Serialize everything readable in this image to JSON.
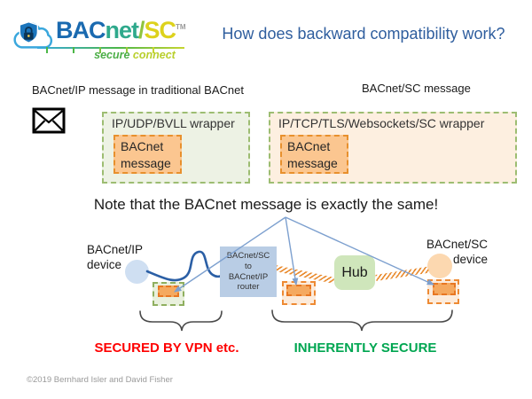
{
  "logo": {
    "brand_bac": "BAC",
    "brand_net": "net",
    "brand_slash": "/",
    "brand_sc": "SC",
    "trademark": "TM",
    "tagline_secure": "secure",
    "tagline_connect": "connect"
  },
  "header": {
    "title": "How does backward compatibility work?"
  },
  "comparison": {
    "left_label": "BACnet/IP message in traditional BACnet",
    "right_label": "BACnet/SC message",
    "left_wrapper": {
      "title": "IP/UDP/BVLL wrapper",
      "inner_line1": "BACnet",
      "inner_line2": "message"
    },
    "right_wrapper": {
      "title": "IP/TCP/TLS/Websockets/SC wrapper",
      "inner_line1": "BACnet",
      "inner_line2": "message"
    }
  },
  "note": "Note that the BACnet message is exactly the same!",
  "diagram": {
    "ip_device": {
      "label_line1": "BACnet/IP",
      "label_line2": "device"
    },
    "router": {
      "lines": [
        "BACnet/SC",
        "to",
        "BACnet/IP",
        "router"
      ]
    },
    "hub_label": "Hub",
    "sc_device": {
      "label_line1": "BACnet/SC",
      "label_line2": "device"
    }
  },
  "captions": {
    "secured": "SECURED BY VPN etc.",
    "inherently_secure": "INHERENTLY SECURE"
  },
  "footer": {
    "copyright": "©2019 Bernhard Isler and David Fisher"
  },
  "icons": {
    "logo_icon": "cloud-with-shield-lock",
    "message_icon": "envelope"
  },
  "colors": {
    "title_blue": "#2f5e9e",
    "wrapper_border_green": "#9dbd72",
    "wrapper_left_bg": "#edf2e4",
    "wrapper_right_bg": "#fdefe0",
    "bacnet_message_orange": "#fbc690",
    "bacnet_message_border": "#e8902d",
    "router_blue": "#b9cde5",
    "hub_green": "#cfe6bb",
    "ip_device_blue": "#cfdff2",
    "sc_device_orange": "#fcd8b0",
    "hatch_orange": "#e98b2f",
    "arrow_blue": "#7da0cf",
    "squiggle_blue": "#2b5fa5",
    "secured_red": "#fe0000",
    "secure_green": "#00a651"
  }
}
